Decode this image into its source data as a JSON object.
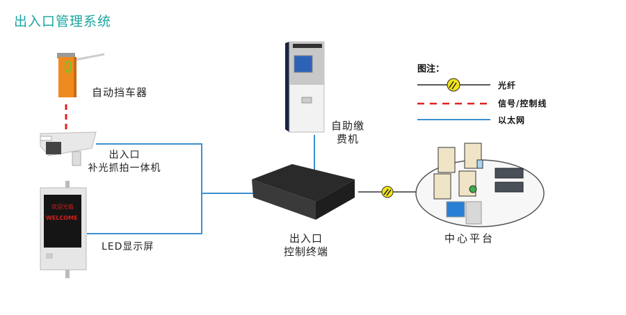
{
  "title": "出入口管理系统",
  "colors": {
    "title": "#1aa6a0",
    "ethernet": "#3b8fd0",
    "signal": "#e02020",
    "fiber": "#222222",
    "fiber_badge": "#f2e31a"
  },
  "nodes": {
    "barrier": {
      "label": "自动挡车器"
    },
    "camera": {
      "label_line1": "出入口",
      "label_line2": "补光抓拍一体机"
    },
    "led": {
      "label": "LED显示屏",
      "screen_line1": "欢迎光临",
      "screen_line2": "WELCOME"
    },
    "kiosk": {
      "label_line1": "自助缴",
      "label_line2": "费机"
    },
    "terminal": {
      "label_line1": "出入口",
      "label_line2": "控制终端"
    },
    "center": {
      "label": "中心平台"
    }
  },
  "legend": {
    "title": "图注：",
    "items": [
      {
        "key": "fiber",
        "label": "光纤"
      },
      {
        "key": "signal",
        "label": "信号/控制线"
      },
      {
        "key": "ethernet",
        "label": "以太网"
      }
    ]
  }
}
